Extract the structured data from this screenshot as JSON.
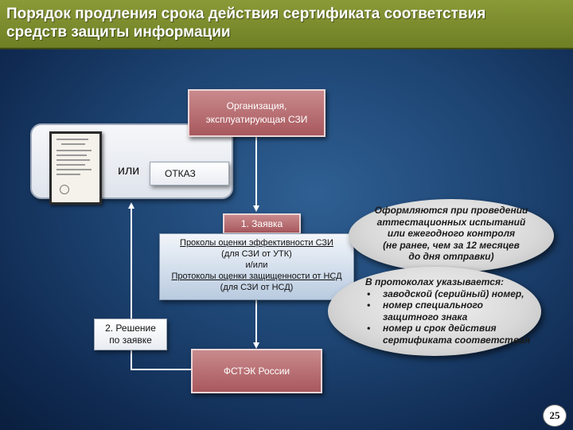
{
  "title": {
    "line1": "Порядок продления срока действия сертификата соответствия",
    "line2": "средств защиты информации"
  },
  "diagram": {
    "organization": {
      "line1": "Организация,",
      "line2": "эксплуатирующая СЗИ"
    },
    "or_label": "или",
    "refusal": "ОТКАЗ",
    "application": "1. Заявка",
    "protocols": {
      "line1": "Проколы оценки эффективности СЗИ",
      "line2": "(для СЗИ от УТК)",
      "line3": "и/или",
      "line4": "Протоколы оценки защищенности от НСД",
      "line5": "(для СЗИ от НСД)"
    },
    "decision": {
      "line1": "2. Решение",
      "line2": "по заявке"
    },
    "fstec": "ФСТЭК России",
    "note_issued": {
      "line1": "Оформляются при проведении",
      "line2": "аттестационных испытаний",
      "line3": "или ежегодного контроля",
      "line4": "(не ранее, чем за 12 месяцев",
      "line5": "до дня отправки)"
    },
    "note_contents": {
      "heading": "В протоколах указывается:",
      "bullet": "•",
      "item1": "заводской (серийный) номер,",
      "item2a": "номер специального",
      "item2b": "защитного знака",
      "item3a": "номер и срок действия",
      "item3b": "сертификата соответствия"
    }
  },
  "page_number": "25",
  "colors": {
    "title_bar": "#7f8f2f",
    "background": "#1d4472",
    "red_box": "#b86d71",
    "blue_box": "#c9d7e8",
    "ellipse": "#d8d8d8"
  },
  "icons": {
    "certificate": "certificate-document-image"
  }
}
